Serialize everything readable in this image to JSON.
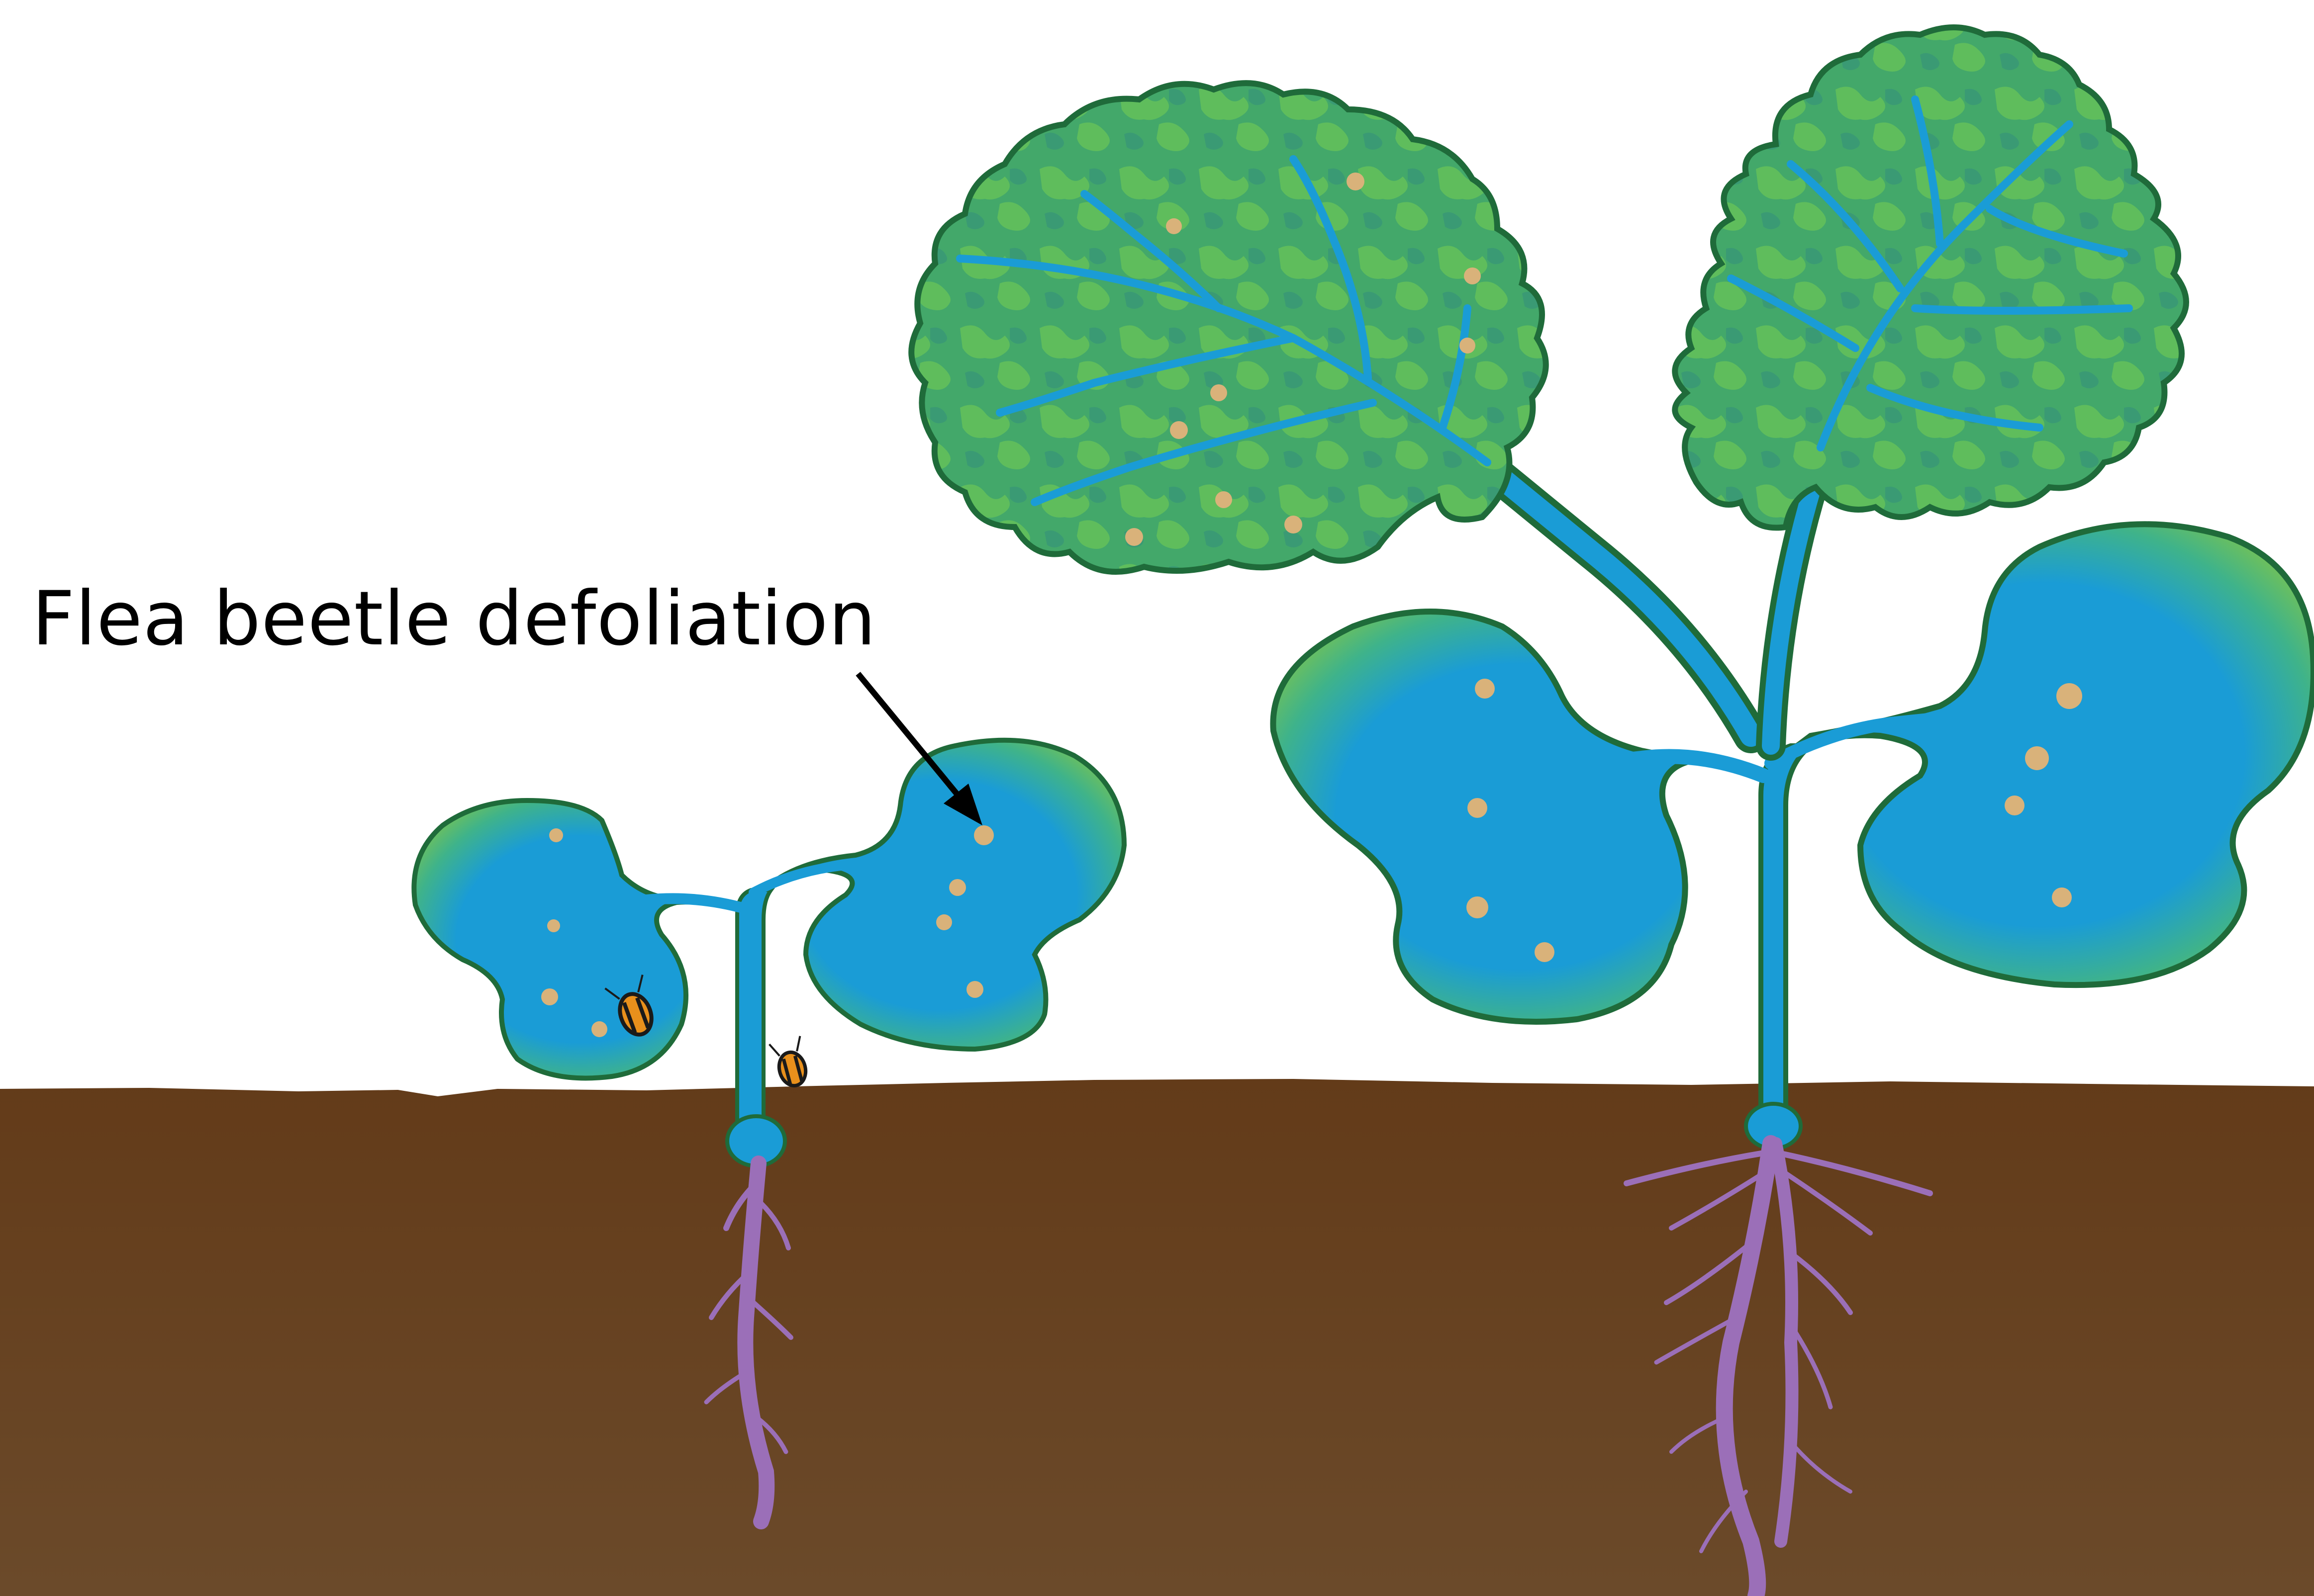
{
  "annotation": {
    "label": "Flea beetle defoliation"
  },
  "colors": {
    "background": "#ffffff",
    "soil_top": "#633b19",
    "soil_bottom": "#6b4a2a",
    "cotyledon_blue": "#1a9cd6",
    "leaf_green": "#4caf68",
    "leaf_dark": "#2e8b57",
    "leaf_outline": "#1f6b3a",
    "vein_blue": "#1a9cd6",
    "root_purple": "#9b6fb8",
    "feeding_hole": "#d9b27a",
    "arrow": "#000000",
    "beetle_orange": "#e8901c"
  },
  "elements": {
    "seedling": "small canola seedling with two cotyledons",
    "plant": "larger canola plant with cotyledons and true leaves",
    "insect": "flea-beetle-icon"
  }
}
